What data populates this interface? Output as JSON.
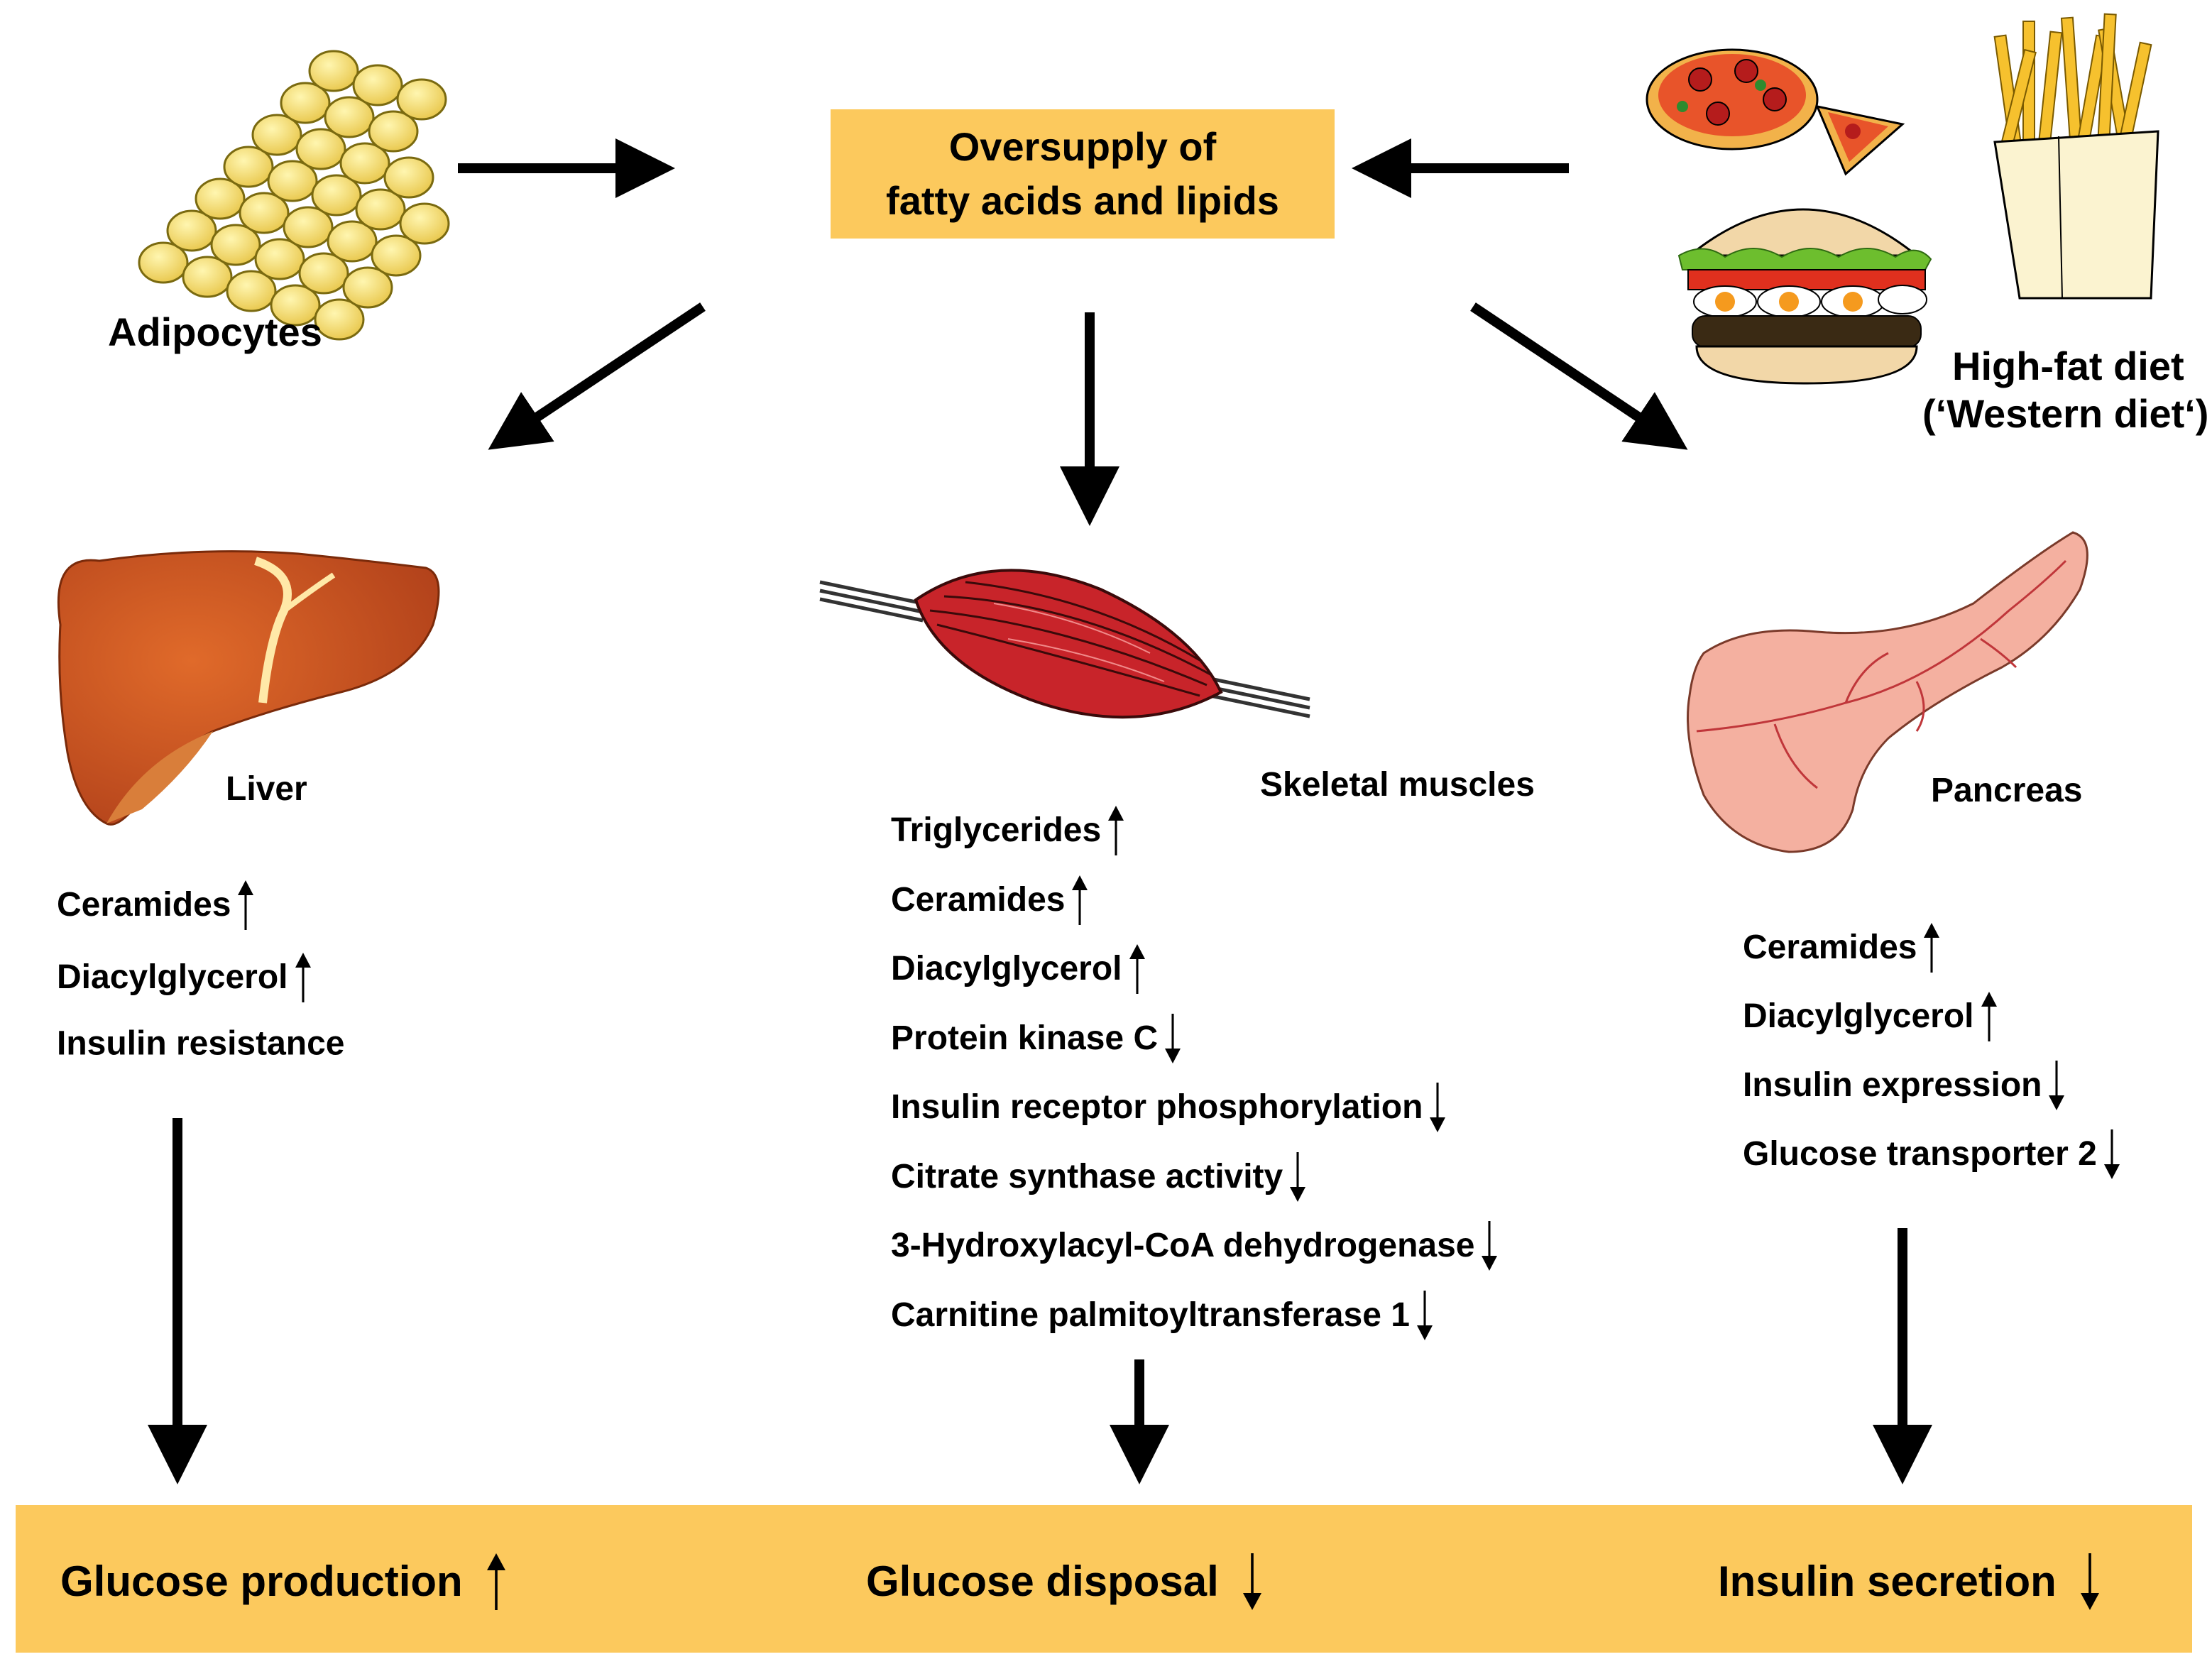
{
  "colors": {
    "box_fill": "#FCC95D",
    "arrow": "#000000",
    "liver": "#C8501F",
    "muscle": "#C8242A",
    "pancreas": "#F4B0A0",
    "fat_cell": "#F7E27A"
  },
  "top": {
    "source_left": "Adipocytes",
    "source_right_line1": "High-fat diet",
    "source_right_line2": "(‘Western diet‘)",
    "center_line1": "Oversupply of",
    "center_line2": "fatty acids and  lipids"
  },
  "liver": {
    "label": "Liver",
    "items": [
      {
        "text": "Ceramides",
        "dir": "up"
      },
      {
        "text": "Diacylglycerol",
        "dir": "up"
      },
      {
        "text": "Insulin resistance",
        "dir": ""
      }
    ]
  },
  "muscle": {
    "label": "Skeletal  muscles",
    "items": [
      {
        "text": "Triglycerides",
        "dir": "up"
      },
      {
        "text": "Ceramides",
        "dir": "up"
      },
      {
        "text": "Diacylglycerol",
        "dir": "up"
      },
      {
        "text": "Protein kinase C",
        "dir": "down"
      },
      {
        "text": "Insulin receptor phosphorylation",
        "dir": "down"
      },
      {
        "text": "Citrate synthase activity",
        "dir": "down"
      },
      {
        "text": "3-Hydroxylacyl-CoA dehydrogenase",
        "dir": "down"
      },
      {
        "text": "Carnitine palmitoyltransferase 1",
        "dir": "down"
      }
    ]
  },
  "pancreas": {
    "label": "Pancreas",
    "items": [
      {
        "text": "Ceramides",
        "dir": "up"
      },
      {
        "text": "Diacylglycerol",
        "dir": "up"
      },
      {
        "text": "Insulin expression",
        "dir": "down"
      },
      {
        "text": "Glucose transporter 2",
        "dir": "down"
      }
    ]
  },
  "outcomes": [
    {
      "text": "Glucose production",
      "dir": "up"
    },
    {
      "text": "Glucose disposal",
      "dir": "down"
    },
    {
      "text": "Insulin secretion",
      "dir": "down"
    }
  ],
  "icons": [
    "adipocytes-illustration",
    "pizza-icon",
    "fries-icon",
    "burger-icon",
    "liver-illustration",
    "muscle-illustration",
    "pancreas-illustration"
  ]
}
